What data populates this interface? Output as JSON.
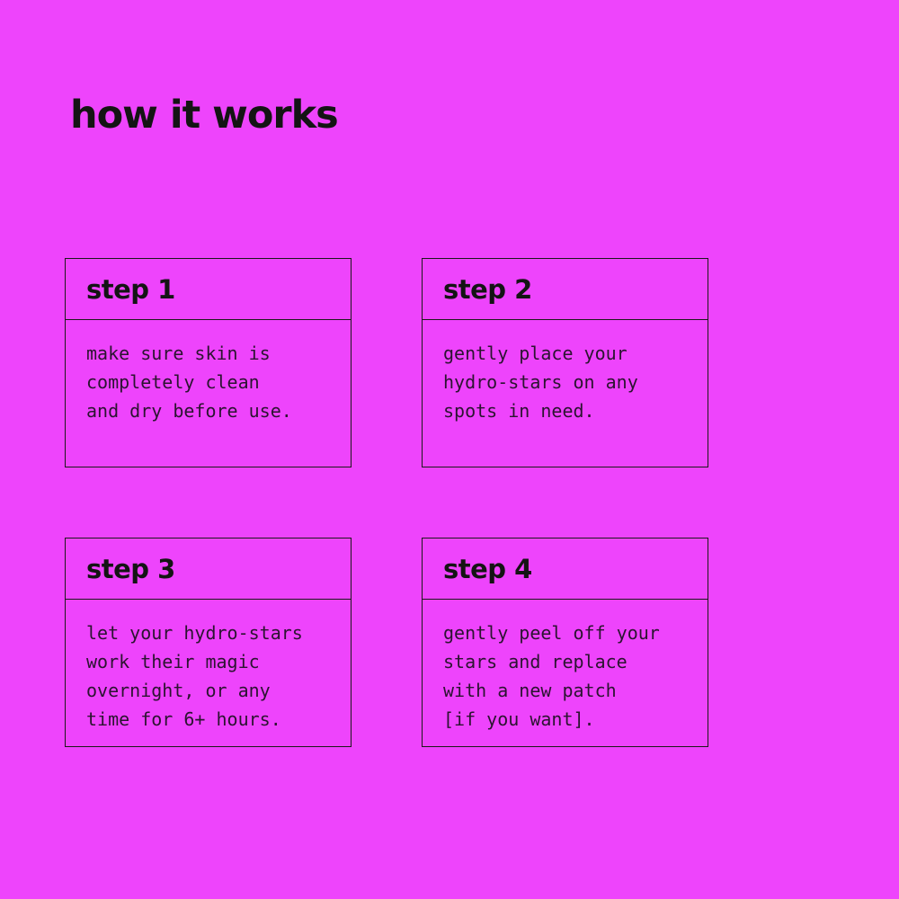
{
  "colors": {
    "background": "#ee44fc",
    "heading_text": "#141414",
    "body_text": "#2b1430",
    "card_border": "#1a1a1a"
  },
  "title": "how it works",
  "steps": [
    {
      "label": "step 1",
      "description": "make sure skin is\ncompletely clean\nand dry before use."
    },
    {
      "label": "step 2",
      "description": "gently place your\nhydro-stars on any\nspots in need."
    },
    {
      "label": "step 3",
      "description": "let your hydro-stars\nwork their magic\novernight, or any\ntime for 6+ hours."
    },
    {
      "label": "step 4",
      "description": "gently peel off your\nstars and replace\nwith a new patch\n[if you want]."
    }
  ]
}
